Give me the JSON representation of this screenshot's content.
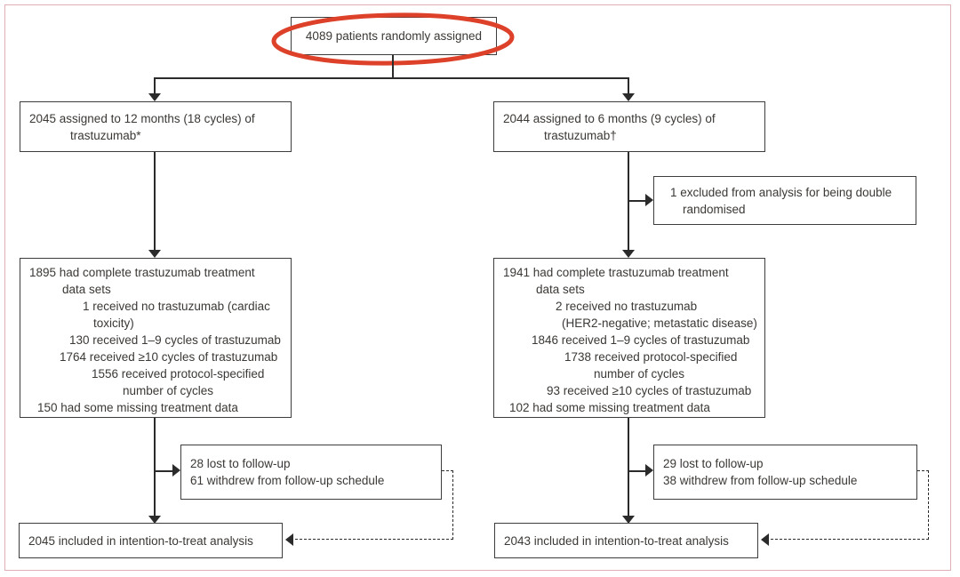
{
  "figure": {
    "colors": {
      "annotation_red": "#dd4129",
      "frame_pink": "#dfb0b4",
      "line_black": "#2b2b2b",
      "text": "#3b3835"
    },
    "randomised_box": "4089 patients randomly assigned",
    "arm_12m": {
      "lines": [
        {
          "t": "2045 assigned to 12 months (18 cycles) of",
          "ind": 0
        },
        {
          "t": "trastuzumab*",
          "ind": 46
        }
      ]
    },
    "arm_6m": {
      "lines": [
        {
          "t": "2044 assigned to 6 months (9 cycles) of",
          "ind": 0
        },
        {
          "t": "trastuzumab†",
          "ind": 46
        }
      ]
    },
    "excluded_box": {
      "lines": [
        {
          "t": "1 excluded from analysis for being double",
          "ind": 8
        },
        {
          "t": "randomised",
          "ind": 22
        }
      ]
    },
    "treatment_12m": {
      "lines": [
        {
          "t": "1895 had complete trastuzumab treatment",
          "ind": 0
        },
        {
          "t": "data sets",
          "ind": 37
        },
        {
          "t": "1 received no trastuzumab (cardiac",
          "ind": 60
        },
        {
          "t": "toxicity)",
          "ind": 72
        },
        {
          "t": "130 received 1–9 cycles of trastuzumab",
          "ind": 45
        },
        {
          "t": "1764 received ≥10 cycles of trastuzumab",
          "ind": 34
        },
        {
          "t": "1556 received protocol-specified",
          "ind": 70
        },
        {
          "t": "number of cycles",
          "ind": 105
        },
        {
          "t": "150 had some missing treatment data",
          "ind": 9
        }
      ]
    },
    "treatment_6m": {
      "lines": [
        {
          "t": "1941 had complete trastuzumab treatment",
          "ind": 0
        },
        {
          "t": "data sets",
          "ind": 37
        },
        {
          "t": "2 received no trastuzumab",
          "ind": 59
        },
        {
          "t": "(HER2-negative; metastatic disease)",
          "ind": 66
        },
        {
          "t": "1846 received 1–9 cycles of trastuzumab",
          "ind": 32
        },
        {
          "t": "1738 received protocol-specified",
          "ind": 69
        },
        {
          "t": "number of cycles",
          "ind": 102
        },
        {
          "t": "93 received ≥10 cycles of trastuzumab",
          "ind": 49
        },
        {
          "t": "102 had some missing treatment data",
          "ind": 7
        }
      ]
    },
    "followup_12m": {
      "lines": [
        {
          "t": "28 lost to follow-up",
          "ind": 0
        },
        {
          "t": "61 withdrew from follow-up schedule",
          "ind": 0
        }
      ]
    },
    "followup_6m": {
      "lines": [
        {
          "t": "29 lost to follow-up",
          "ind": 0
        },
        {
          "t": "38 withdrew from follow-up schedule",
          "ind": 0
        }
      ]
    },
    "itt_12m": "2045 included in intention-to-treat analysis",
    "itt_6m": "2043 included in intention-to-treat analysis"
  }
}
